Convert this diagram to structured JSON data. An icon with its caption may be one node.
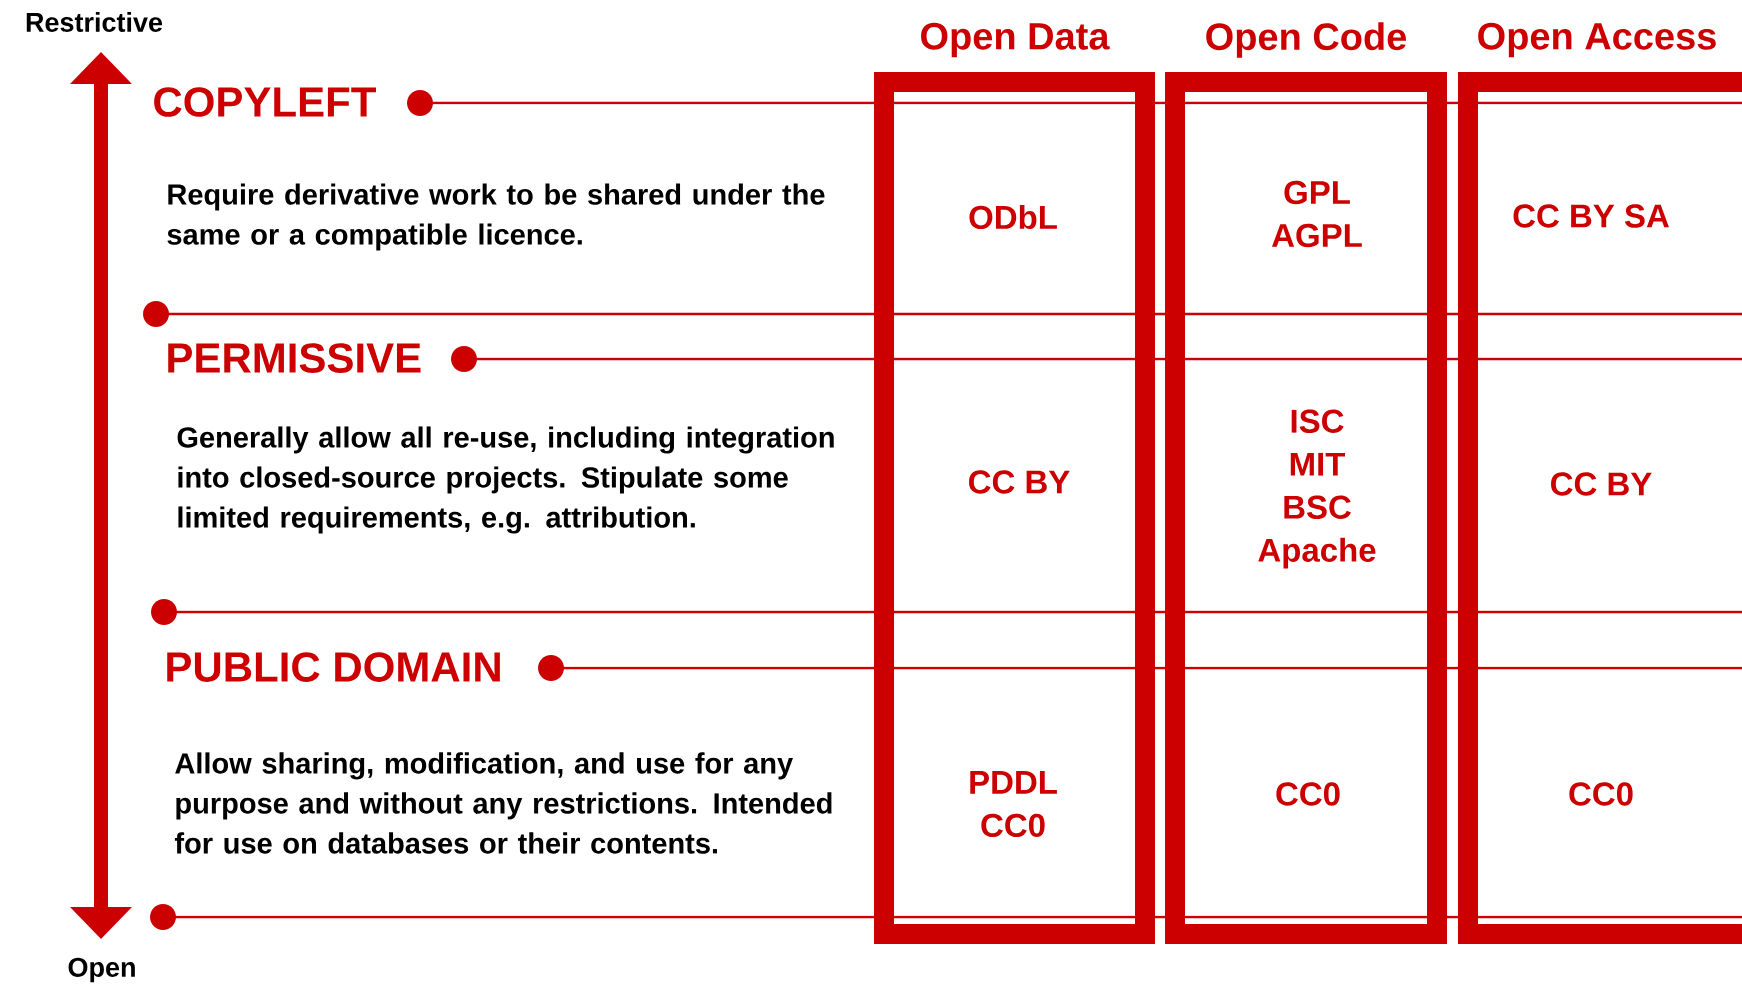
{
  "diagram": {
    "nodes": [
      {
        "text": [
          "Open Data"
        ]
      },
      {
        "text": [
          "Open Code"
        ]
      },
      {
        "text": [
          "Open Access"
        ]
      },
      {
        "text": [
          "ODbL"
        ],
        "in": 0
      },
      {
        "text": [
          "GPL",
          "AGPL"
        ],
        "in": 1
      },
      {
        "text": [
          "CC BY SA"
        ],
        "in": 2
      },
      {
        "text": [
          "CC BY"
        ],
        "in": 0
      },
      {
        "text": [
          "ISC",
          "MIT",
          "BSC",
          "Apache"
        ],
        "in": 1
      },
      {
        "text": [
          "CC BY"
        ],
        "in": 2
      },
      {
        "text": [
          "PDDL",
          "CC0"
        ],
        "in": 0
      },
      {
        "text": [
          "CC0"
        ],
        "in": 1
      },
      {
        "text": [
          "CC0"
        ],
        "in": 2
      }
    ],
    "labels": [
      "Restrictive",
      "COPYLEFT",
      "Require derivative work to be shared under the same or a compatible licence.",
      "PERMISSIVE",
      "Generally allow all re-use, including integration into closed-source projects. Stipulate some limited requirements, e.g. attribution.",
      "PUBLIC DOMAIN",
      "Allow sharing, modification, and use for any purpose and without any restrictions. Intended for use on databases or their contents.",
      "Open"
    ]
  }
}
